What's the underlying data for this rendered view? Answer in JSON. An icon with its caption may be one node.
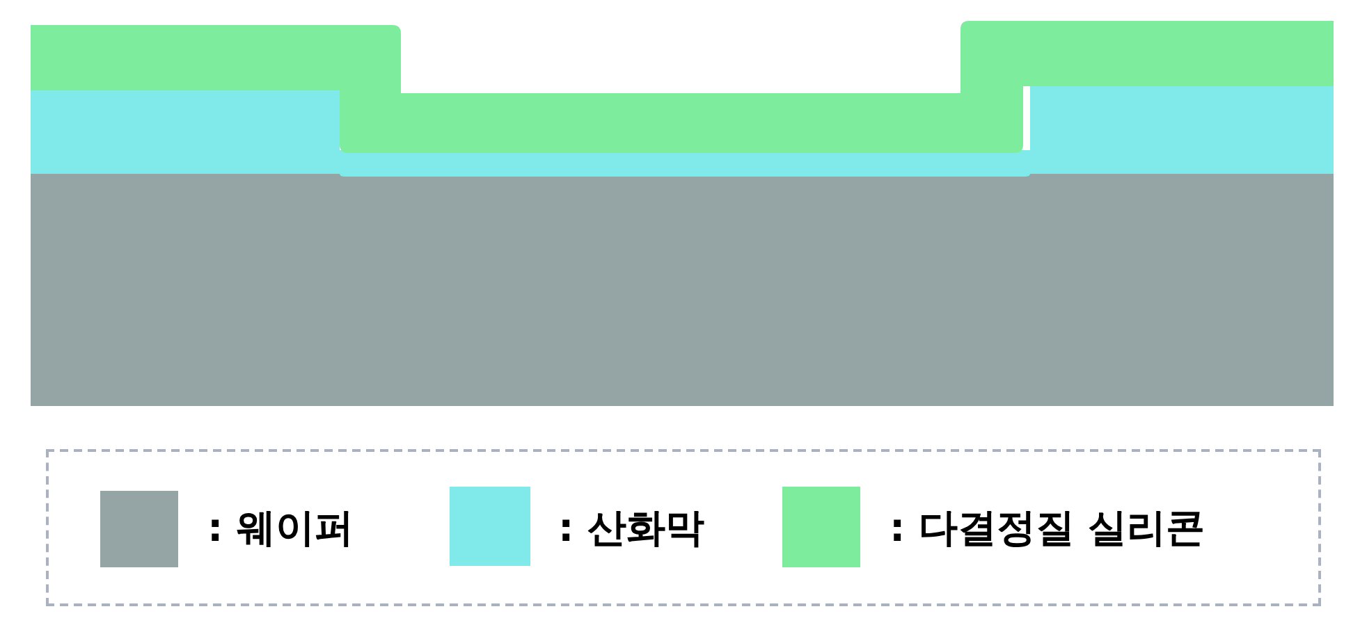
{
  "diagram": {
    "legend": [
      {
        "text": ": 웨이퍼",
        "color": "#95a5a5"
      },
      {
        "text": ": 산화막",
        "color": "#80eaea"
      },
      {
        "text": ": 다결정질 실리콘",
        "color": "#7ded9d"
      }
    ]
  }
}
